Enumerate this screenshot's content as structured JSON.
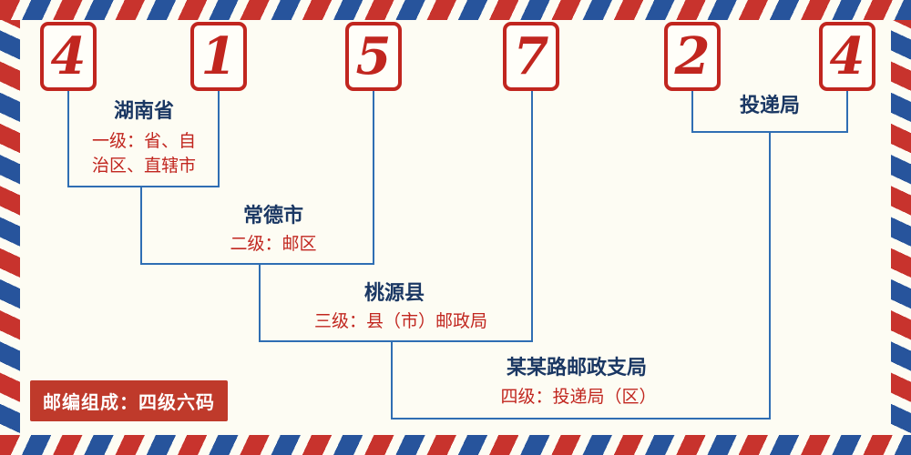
{
  "postal_code": {
    "digits": [
      "4",
      "1",
      "5",
      "7",
      "2",
      "4"
    ]
  },
  "levels": [
    {
      "place": "湖南省",
      "desc": "一级：省、自治区、直辖市"
    },
    {
      "place": "常德市",
      "desc": "二级：邮区"
    },
    {
      "place": "桃源县",
      "desc": "三级：县（市）邮政局"
    },
    {
      "place": "某某路邮政支局",
      "desc": "四级：投递局（区）"
    }
  ],
  "delivery": {
    "label": "投递局"
  },
  "legend": {
    "text": "邮编组成：四级六码"
  },
  "colors": {
    "digit_red": "#c1261f",
    "place_navy": "#1a3763",
    "desc_red": "#c1261f",
    "line_blue": "#2f6eb3",
    "badge_red": "#bf3a2b",
    "stripe_red": "#c8332d",
    "stripe_blue": "#27549c",
    "background": "#fdfcf3"
  }
}
